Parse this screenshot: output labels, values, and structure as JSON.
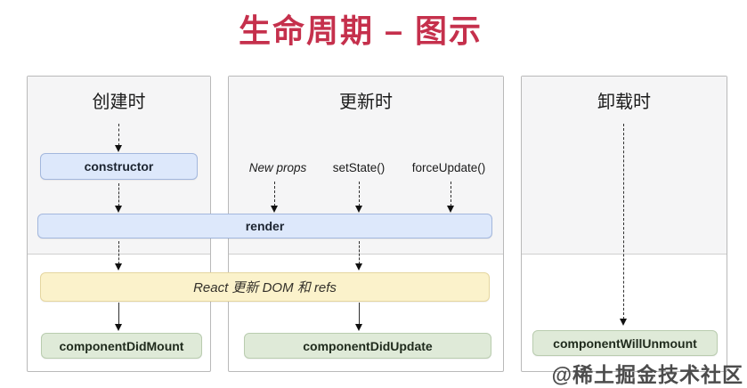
{
  "title": "生命周期 – 图示",
  "columns": {
    "create": {
      "header": "创建时"
    },
    "update": {
      "header": "更新时",
      "triggers": [
        "New props",
        "setState()",
        "forceUpdate()"
      ]
    },
    "unmount": {
      "header": "卸载时"
    }
  },
  "nodes": {
    "constructor": "constructor",
    "render": "render",
    "react_update_dom": "React 更新 DOM 和 refs",
    "component_did_mount": "componentDidMount",
    "component_did_update": "componentDidUpdate",
    "component_will_unmount": "componentWillUnmount"
  },
  "watermark": "@稀土掘金技术社区",
  "colors": {
    "title": "#c5304c",
    "blue_bg": "#dde8fb",
    "blue_border": "#a3b7dd",
    "yellow_bg": "#fbf2cb",
    "yellow_border": "#e5d6a0",
    "green_bg": "#dfead8",
    "green_border": "#b9ccaf",
    "column_top_bg": "#f5f5f6",
    "column_border": "#b9b9b9"
  }
}
